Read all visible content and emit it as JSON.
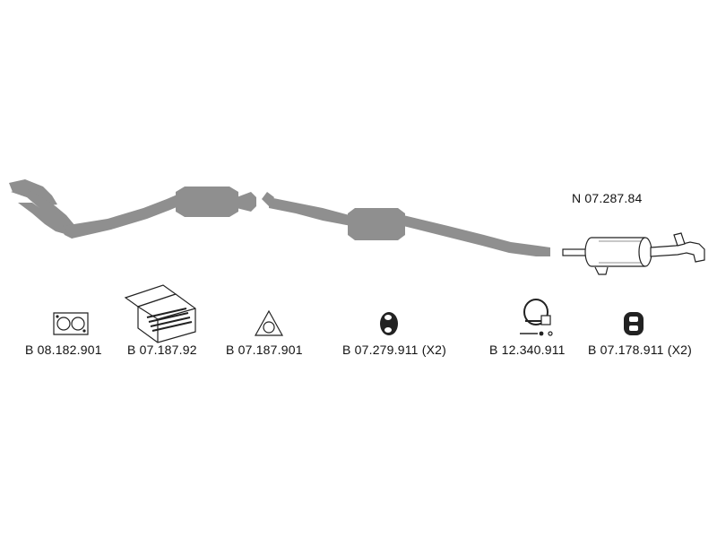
{
  "system": {
    "main_part_number": "N 07.287.84"
  },
  "parts": [
    {
      "id": "p1",
      "number": "B 08.182.901",
      "icon": "flange-gasket-icon"
    },
    {
      "id": "p2",
      "number": "B 07.187.92",
      "icon": "mounting-kit-box-icon"
    },
    {
      "id": "p3",
      "number": "B 07.187.901",
      "icon": "triangle-gasket-icon"
    },
    {
      "id": "p4",
      "number": "B 07.279.911 (X2)",
      "icon": "rubber-ring-icon"
    },
    {
      "id": "p5",
      "number": "B 12.340.911",
      "icon": "pipe-clamp-icon"
    },
    {
      "id": "p6",
      "number": "B 07.178.911 (X2)",
      "icon": "rubber-hanger-icon"
    }
  ],
  "colors": {
    "pipe": "#8f8f8f",
    "line": "#222222",
    "text": "#111111"
  }
}
